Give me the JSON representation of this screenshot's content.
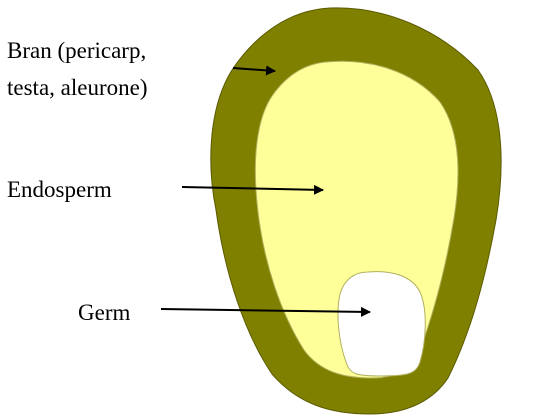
{
  "labels": {
    "bran_line1": "Bran (pericarp,",
    "bran_line2": "testa, aleurone)",
    "endosperm": "Endosperm",
    "germ": "Germ"
  },
  "colors": {
    "bran": "#808000",
    "endosperm": "#ffff99",
    "germ": "#ffffff",
    "background": "#ffffff",
    "arrow": "#000000"
  }
}
